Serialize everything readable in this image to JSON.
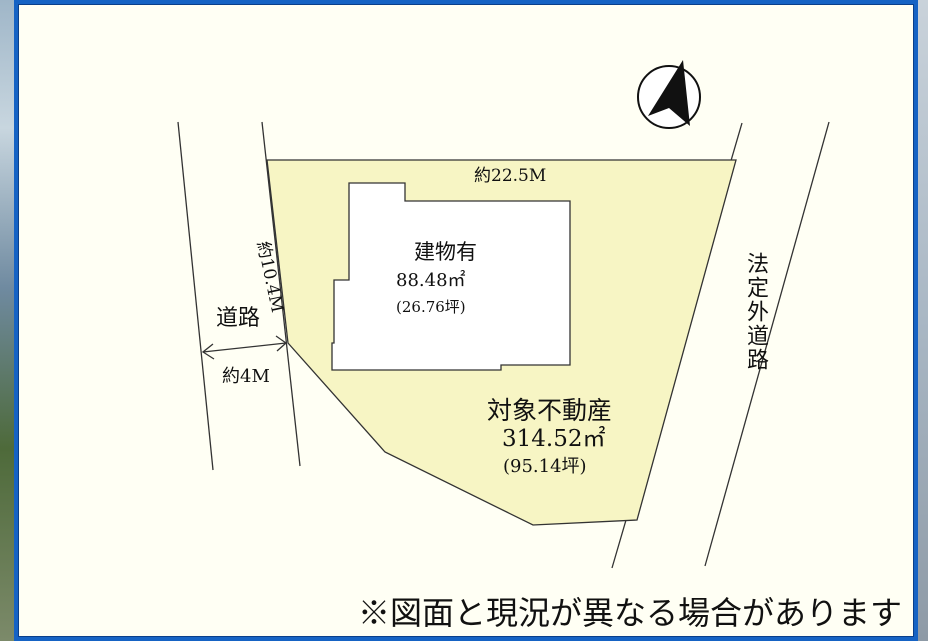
{
  "plan": {
    "road": {
      "label": "道路",
      "width": "約4M"
    },
    "dimensions": {
      "frontage": "約10.4M",
      "depth": "約22.5M"
    },
    "building": {
      "label": "建物有",
      "area": "88.48㎡",
      "tsubo": "(26.76坪)"
    },
    "property": {
      "label": "対象不動産",
      "area": "314.52㎡",
      "tsubo": "(95.14坪)"
    },
    "outside_road": "法定外道路",
    "note": "※図面と現況が異なる場合があります"
  },
  "colors": {
    "frame": "#1663c4",
    "lot_fill": "#f7f5c4",
    "building_fill": "#ffffff",
    "line": "#333333"
  },
  "icons": [
    "north-arrow-icon",
    "double-arrow-icon"
  ]
}
